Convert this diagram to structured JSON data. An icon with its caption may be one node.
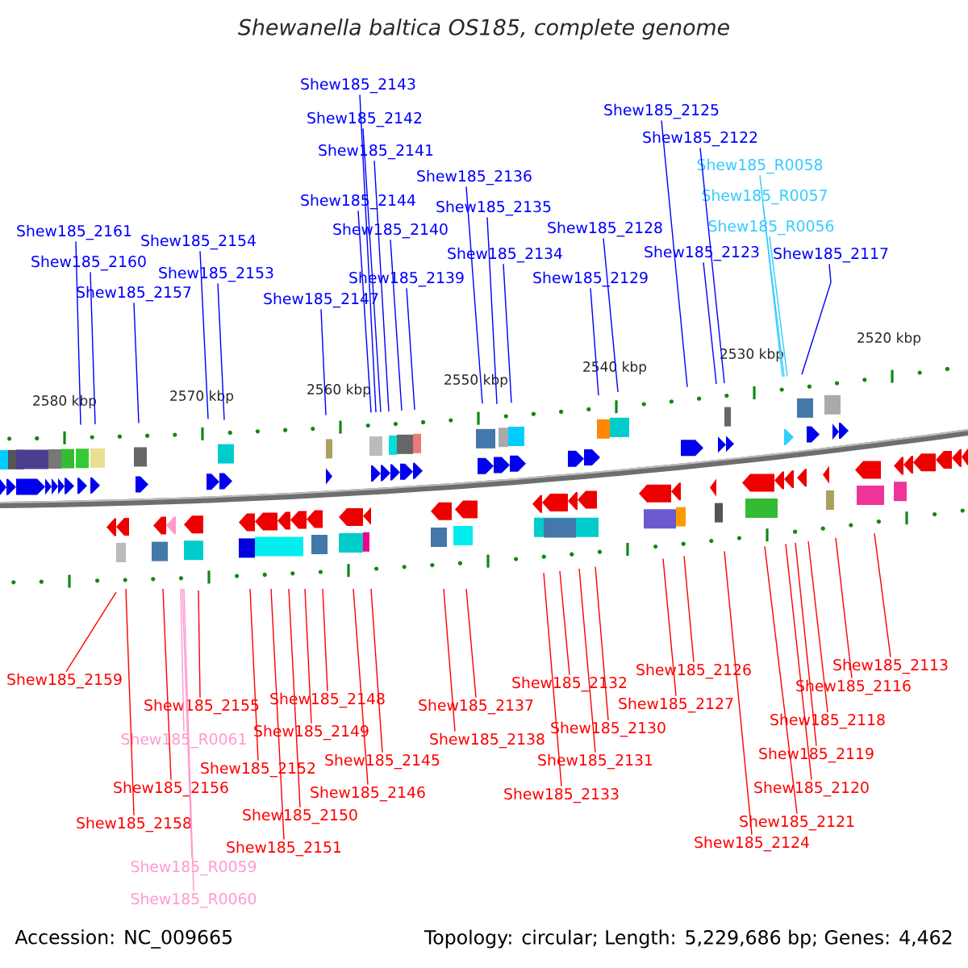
{
  "diagram": {
    "title": "Shewanella baltica OS185, complete genome",
    "nodes": [
      {
        "text": [
          "Shew185_2143"
        ]
      },
      {
        "text": [
          "Shew185_2125"
        ]
      },
      {
        "text": [
          "Shew185_2142"
        ]
      },
      {
        "text": [
          "Shew185_2122"
        ]
      },
      {
        "text": [
          "Shew185_2141"
        ]
      },
      {
        "text": [
          "Shew185_R0058"
        ]
      },
      {
        "text": [
          "Shew185_2136"
        ]
      },
      {
        "text": [
          "Shew185_2144"
        ]
      },
      {
        "text": [
          "Shew185_R0057"
        ]
      },
      {
        "text": [
          "Shew185_2135"
        ]
      },
      {
        "text": [
          "Shew185_2161"
        ]
      },
      {
        "text": [
          "Shew185_2140"
        ]
      },
      {
        "text": [
          "Shew185_2128"
        ]
      },
      {
        "text": [
          "Shew185_R0056"
        ]
      },
      {
        "text": [
          "Shew185_2154"
        ]
      },
      {
        "text": [
          "Shew185_2134"
        ]
      },
      {
        "text": [
          "Shew185_2123"
        ]
      },
      {
        "text": [
          "Shew185_2117"
        ]
      },
      {
        "text": [
          "Shew185_2160"
        ]
      },
      {
        "text": [
          "Shew185_2153"
        ]
      },
      {
        "text": [
          "Shew185_2139"
        ]
      },
      {
        "text": [
          "Shew185_2129"
        ]
      },
      {
        "text": [
          "Shew185_2157"
        ]
      },
      {
        "text": [
          "Shew185_2147"
        ]
      },
      {
        "text": [
          "Shew185_2113"
        ]
      },
      {
        "text": [
          "Shew185_2126"
        ]
      },
      {
        "text": [
          "Shew185_2159"
        ]
      },
      {
        "text": [
          "Shew185_2132"
        ]
      },
      {
        "text": [
          "Shew185_2116"
        ]
      },
      {
        "text": [
          "Shew185_2148"
        ]
      },
      {
        "text": [
          "Shew185_2155"
        ]
      },
      {
        "text": [
          "Shew185_2137"
        ]
      },
      {
        "text": [
          "Shew185_2127"
        ]
      },
      {
        "text": [
          "Shew185_2118"
        ]
      },
      {
        "text": [
          "Shew185_2130"
        ]
      },
      {
        "text": [
          "Shew185_2149"
        ]
      },
      {
        "text": [
          "Shew185_2138"
        ]
      },
      {
        "text": [
          "Shew185_R0061"
        ]
      },
      {
        "text": [
          "Shew185_2119"
        ]
      },
      {
        "text": [
          "Shew185_2131"
        ]
      },
      {
        "text": [
          "Shew185_2145"
        ]
      },
      {
        "text": [
          "Shew185_2152"
        ]
      },
      {
        "text": [
          "Shew185_2156"
        ]
      },
      {
        "text": [
          "Shew185_2120"
        ]
      },
      {
        "text": [
          "Shew185_2146"
        ]
      },
      {
        "text": [
          "Shew185_2133"
        ]
      },
      {
        "text": [
          "Shew185_2150"
        ]
      },
      {
        "text": [
          "Shew185_2121"
        ]
      },
      {
        "text": [
          "Shew185_2158"
        ]
      },
      {
        "text": [
          "Shew185_2124"
        ]
      },
      {
        "text": [
          "Shew185_2151"
        ]
      },
      {
        "text": [
          "Shew185_R0059"
        ]
      },
      {
        "text": [
          "Shew185_R0060"
        ]
      }
    ],
    "edges": [
      {
        "from": 0,
        "to": null,
        "arrow": "none",
        "color": "#0000ff"
      },
      {
        "from": 1,
        "to": null,
        "arrow": "none",
        "color": "#0000ff"
      },
      {
        "from": 2,
        "to": null,
        "arrow": "none",
        "color": "#0000ff"
      },
      {
        "from": 3,
        "to": null,
        "arrow": "none",
        "color": "#0000ff"
      },
      {
        "from": 4,
        "to": null,
        "arrow": "none",
        "color": "#0000ff"
      },
      {
        "from": 5,
        "to": null,
        "arrow": "none",
        "color": "#33ccff"
      },
      {
        "from": 6,
        "to": null,
        "arrow": "none",
        "color": "#0000ff"
      },
      {
        "from": 7,
        "to": null,
        "arrow": "none",
        "color": "#0000ff"
      },
      {
        "from": 8,
        "to": null,
        "arrow": "none",
        "color": "#33ccff"
      },
      {
        "from": 9,
        "to": null,
        "arrow": "none",
        "color": "#0000ff"
      },
      {
        "from": 10,
        "to": null,
        "arrow": "none",
        "color": "#0000ff"
      },
      {
        "from": 11,
        "to": null,
        "arrow": "none",
        "color": "#0000ff"
      },
      {
        "from": 12,
        "to": null,
        "arrow": "none",
        "color": "#0000ff"
      },
      {
        "from": 13,
        "to": null,
        "arrow": "none",
        "color": "#33ccff"
      },
      {
        "from": 14,
        "to": null,
        "arrow": "none",
        "color": "#0000ff"
      },
      {
        "from": 15,
        "to": null,
        "arrow": "none",
        "color": "#0000ff"
      },
      {
        "from": 16,
        "to": null,
        "arrow": "none",
        "color": "#0000ff"
      },
      {
        "from": 17,
        "to": null,
        "arrow": "none",
        "color": "#0000ff"
      },
      {
        "from": 18,
        "to": null,
        "arrow": "none",
        "color": "#0000ff"
      },
      {
        "from": 19,
        "to": null,
        "arrow": "none",
        "color": "#0000ff"
      },
      {
        "from": 20,
        "to": null,
        "arrow": "none",
        "color": "#0000ff"
      },
      {
        "from": 21,
        "to": null,
        "arrow": "none",
        "color": "#0000ff"
      },
      {
        "from": 22,
        "to": null,
        "arrow": "none",
        "color": "#0000ff"
      },
      {
        "from": 23,
        "to": null,
        "arrow": "none",
        "color": "#0000ff"
      },
      {
        "from": 24,
        "to": null,
        "arrow": "none"
      },
      {
        "from": 25,
        "to": null,
        "arrow": "none"
      },
      {
        "from": 26,
        "to": null,
        "arrow": "none"
      },
      {
        "from": 27,
        "to": null,
        "arrow": "none"
      },
      {
        "from": 28,
        "to": null,
        "arrow": "none"
      },
      {
        "from": 29,
        "to": null,
        "arrow": "none"
      },
      {
        "from": 30,
        "to": null,
        "arrow": "none"
      },
      {
        "from": 31,
        "to": null,
        "arrow": "none"
      },
      {
        "from": 32,
        "to": null,
        "arrow": "none"
      },
      {
        "from": 33,
        "to": null,
        "arrow": "none"
      },
      {
        "from": 34,
        "to": null,
        "arrow": "none"
      },
      {
        "from": 35,
        "to": null,
        "arrow": "none"
      },
      {
        "from": 36,
        "to": null,
        "arrow": "none"
      },
      {
        "from": 37,
        "to": null,
        "arrow": "none",
        "color": "#ff99cc"
      },
      {
        "from": 38,
        "to": null,
        "arrow": "none"
      },
      {
        "from": 39,
        "to": null,
        "arrow": "none"
      },
      {
        "from": 40,
        "to": null,
        "arrow": "none"
      },
      {
        "from": 41,
        "to": null,
        "arrow": "none"
      },
      {
        "from": 42,
        "to": null,
        "arrow": "none"
      },
      {
        "from": 43,
        "to": null,
        "arrow": "none"
      },
      {
        "from": 44,
        "to": null,
        "arrow": "none"
      },
      {
        "from": 45,
        "to": null,
        "arrow": "none"
      },
      {
        "from": 46,
        "to": null,
        "arrow": "none"
      },
      {
        "from": 47,
        "to": null,
        "arrow": "none"
      },
      {
        "from": 48,
        "to": null,
        "arrow": "none"
      },
      {
        "from": 49,
        "to": null,
        "arrow": "none"
      },
      {
        "from": 50,
        "to": null,
        "arrow": "none"
      },
      {
        "from": 51,
        "to": null,
        "arrow": "none",
        "color": "#ff99cc"
      },
      {
        "from": 52,
        "to": null,
        "arrow": "none",
        "color": "#ff99cc"
      }
    ],
    "labels": [
      "2580 kbp",
      "2570 kbp",
      "2560 kbp",
      "2550 kbp",
      "2540 kbp",
      "2530 kbp",
      "2520 kbp",
      "Accession: NC_009665",
      "Topology: circular; Length: 5,229,686 bp; Genes: 4,462"
    ]
  }
}
